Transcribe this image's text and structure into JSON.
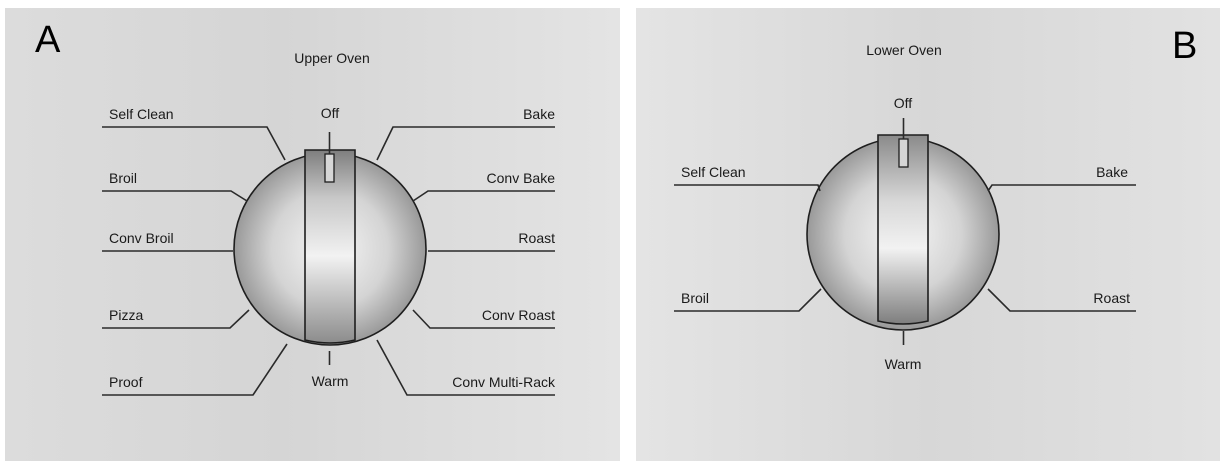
{
  "panel_a": {
    "letter": "A",
    "title": "Upper Oven",
    "top_label": "Off",
    "bottom_label": "Warm",
    "left_labels": [
      "Self Clean",
      "Broil",
      "Conv Broil",
      "Pizza",
      "Proof"
    ],
    "right_labels": [
      "Bake",
      "Conv Bake",
      "Roast",
      "Conv Roast",
      "Conv Multi-Rack"
    ]
  },
  "panel_b": {
    "letter": "B",
    "title": "Lower Oven",
    "top_label": "Off",
    "bottom_label": "Warm",
    "left_labels": [
      "Self Clean",
      "Broil"
    ],
    "right_labels": [
      "Bake",
      "Roast"
    ]
  }
}
